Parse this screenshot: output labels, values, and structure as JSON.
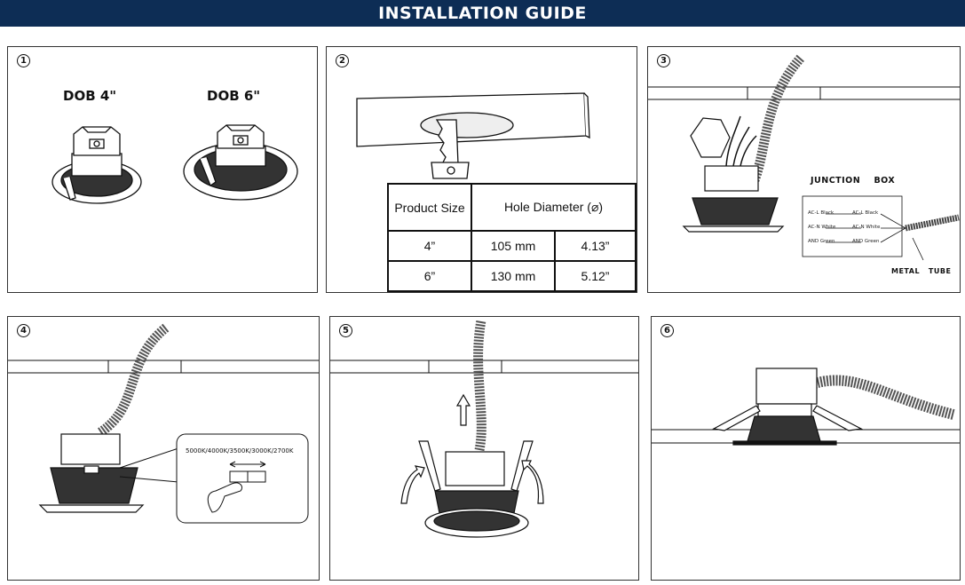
{
  "header": {
    "title": "INSTALLATION GUIDE"
  },
  "steps": [
    "1",
    "2",
    "3",
    "4",
    "5",
    "6"
  ],
  "panel1": {
    "label_4": "DOB 4\"",
    "label_6": "DOB 6\""
  },
  "panel2": {
    "table": {
      "col_product": "Product Size",
      "col_hole": "Hole Diameter (⌀)",
      "rows": [
        {
          "size": "4”",
          "mm": "105 mm",
          "inch": "4.13”"
        },
        {
          "size": "6”",
          "mm": "130 mm",
          "inch": "5.12”"
        }
      ]
    }
  },
  "panel3": {
    "junction_box_label": "JUNCTION    BOX",
    "metal_tube_label": "METAL   TUBE",
    "wiring": [
      {
        "left": "AC-L",
        "left_color": "Black",
        "right": "AC-L",
        "right_color": "Black"
      },
      {
        "left": "AC-N",
        "left_color": "White",
        "right": "AC-N",
        "right_color": "White"
      },
      {
        "left": "AND",
        "left_color": "Green",
        "right": "AND",
        "right_color": "Green"
      }
    ]
  },
  "panel4": {
    "cct_options": "5000K/4000K/3500K/3000K/2700K"
  }
}
